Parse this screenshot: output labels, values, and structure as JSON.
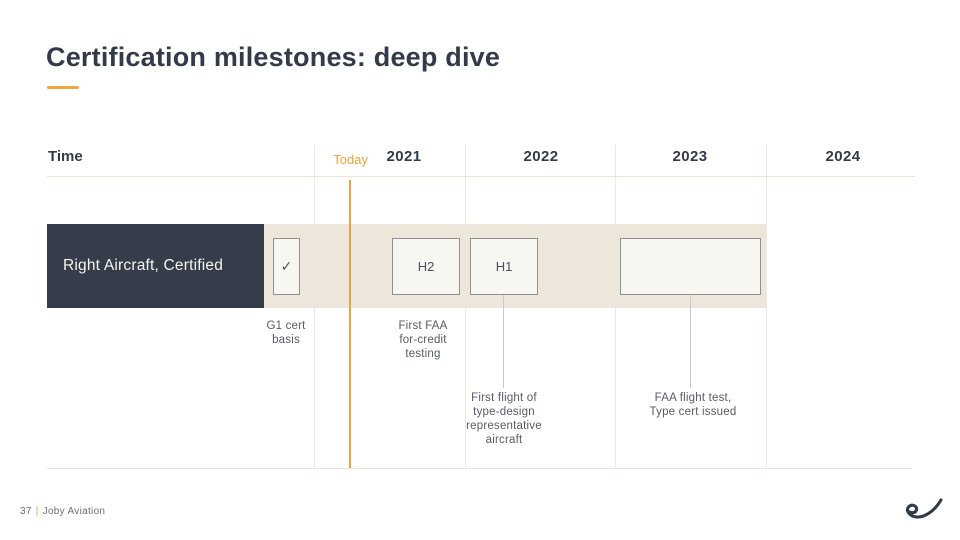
{
  "slide": {
    "title": "Certification milestones: deep dive",
    "footer": {
      "page_number": "37",
      "separator": "|",
      "brand": "Joby Aviation"
    }
  },
  "timeline": {
    "axis_label": "Time",
    "today_label": "Today",
    "years": [
      "2021",
      "2022",
      "2023",
      "2024"
    ],
    "row": {
      "label": "Right Aircraft, Certified",
      "milestones": [
        {
          "box": "✓",
          "note": "G1 cert\nbasis"
        },
        {
          "box": "H2",
          "note": "First FAA\nfor-credit\ntesting"
        },
        {
          "box": "H1",
          "note": "First flight of\ntype-design\nrepresentative\naircraft"
        },
        {
          "box": "",
          "note": "FAA flight test,\nType cert issued"
        }
      ]
    }
  },
  "colors": {
    "accent_orange": "#ECA33D",
    "navy": "#333B4A",
    "band_beige": "#ECE6DB",
    "box_fill": "#F8F6F0",
    "box_border": "#909090",
    "gridline": "#EAE4D8",
    "note_text": "#565C68"
  }
}
